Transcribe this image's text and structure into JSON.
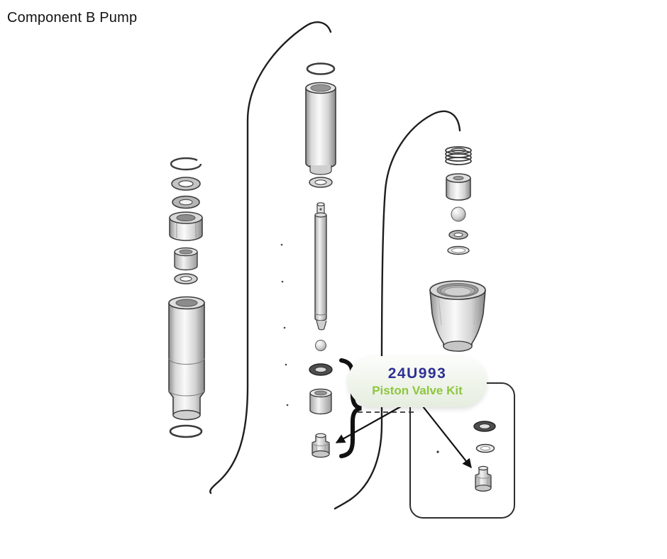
{
  "title": "Component B Pump",
  "callout": {
    "part_number": "24U993",
    "kit_name": "Piston Valve Kit"
  },
  "colors": {
    "part_number_color": "#2e3192",
    "part_name_color": "#8dc63f",
    "callout_bg": "#edf3e8",
    "diagram_line": "#1e1e1e"
  }
}
